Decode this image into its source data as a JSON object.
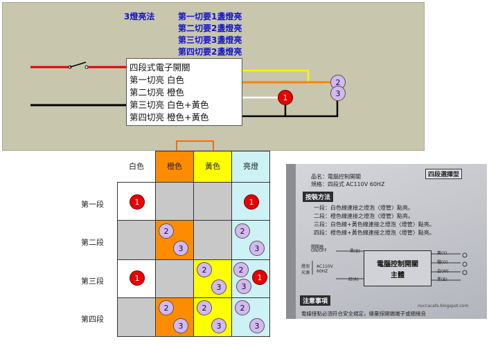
{
  "top_title": "3燈亮法",
  "rules": [
    "第一切要1盞燈亮",
    "第二切要2盞燈亮",
    "第三切要3盞燈亮",
    "第四切要2盞燈亮"
  ],
  "switch_box": {
    "lines": [
      "四段式電子開關",
      "第一切亮 白色",
      "第二切亮 橙色",
      "第三切亮 白色+黃色",
      "第四切亮 橙色+黃色"
    ]
  },
  "top_bulbs": {
    "red": "1",
    "lav1": "2",
    "lav2": "3"
  },
  "table": {
    "headers": [
      "白色",
      "橙色",
      "黃色",
      "亮燈"
    ],
    "rows": [
      {
        "label": "第一段",
        "white": "1",
        "orange": "",
        "yellow": "",
        "lit": [
          "1"
        ]
      },
      {
        "label": "第二段",
        "white": "",
        "orange": "2,3",
        "yellow": "",
        "lit": [
          "2",
          "3"
        ]
      },
      {
        "label": "第三段",
        "white": "1",
        "orange": "",
        "yellow": "2,3",
        "lit": [
          "2",
          "3",
          "1"
        ]
      },
      {
        "label": "第四段",
        "white": "",
        "orange": "2,3",
        "yellow": "2,3",
        "lit": [
          "2",
          "3"
        ]
      }
    ]
  },
  "colors": {
    "red": "#e80000",
    "lavender": "#d2b8f4",
    "orange": "#ff8c00",
    "yellow": "#ffff00",
    "lightblue": "#ccf2f6",
    "gray": "#c8c8c8"
  },
  "photo": {
    "model_label": "四段選擇型",
    "product_name": "品名：電腦控制開關",
    "spec": "規格：四段式 AC110V 60HZ",
    "install_heading": "按裝方法",
    "steps": [
      "一段：白色線連接之燈泡〈燈管〉點亮。",
      "二段：橙色線連接之燈泡〈燈管〉點亮。",
      "三段：白色線+黃色線連接之燈泡〈燈管〉點亮。",
      "四段：橙色線+黃色線連接之燈泡〈燈管〉點亮。"
    ],
    "diagram_box_line1": "電腦控制開關",
    "diagram_box_line2": "主體",
    "switch_label": "開關器",
    "onoff_label": "ON/OFF",
    "source_label": "燈泡光源",
    "voltage_label": "AC110V 60HZ",
    "black_label": "黑(B)",
    "red_label": "紅(R)",
    "wire_labels": [
      "黃(Y)",
      "橙(O)",
      "白(W)",
      "黑(B)"
    ],
    "watermark": "nuccacafe.blogspot.com",
    "notice_heading": "注意事項",
    "notice_text": "電線接點必須符合安全規定，儘量採開端端子或絕緣良"
  }
}
